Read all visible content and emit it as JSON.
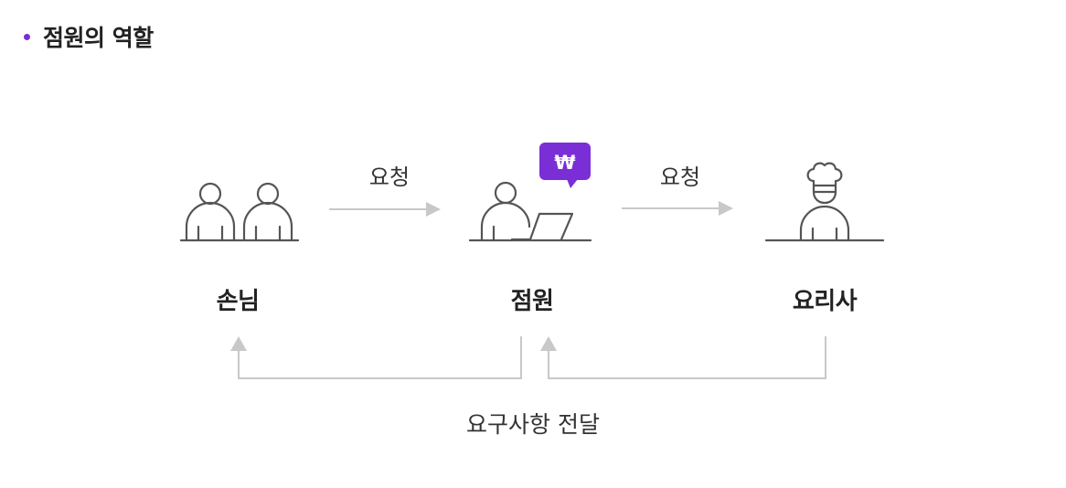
{
  "heading": {
    "title": "점원의 역할"
  },
  "roles": {
    "customer": "손님",
    "clerk": "점원",
    "cook": "요리사"
  },
  "arrows": {
    "customer_to_clerk": "요청",
    "clerk_to_cook": "요청"
  },
  "badge": {
    "symbol": "₩"
  },
  "bottom": {
    "label": "요구사항 전달"
  },
  "colors": {
    "accent": "#7a2fd6",
    "icon_stroke": "#555555",
    "arrow": "#c8c8c8",
    "text": "#222222"
  }
}
